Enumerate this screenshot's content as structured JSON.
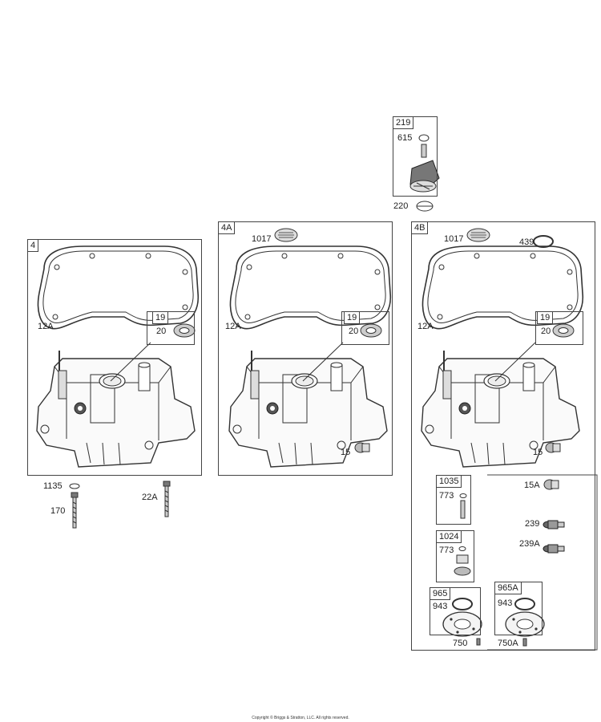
{
  "diagram": {
    "copyright": "Copyright © Briggs & Stratton, LLC. All rights reserved.",
    "kits": {
      "k219": "219",
      "k4": "4",
      "k4a": "4A",
      "k4b": "4B",
      "k19a": "19",
      "k19b": "19",
      "k19c": "19",
      "k1035": "1035",
      "k1024": "1024",
      "k965": "965",
      "k965a": "965A"
    },
    "parts": {
      "p615": "615",
      "p220": "220",
      "p1017a": "1017",
      "p1017b": "1017",
      "p439": "439",
      "p12a_1": "12A",
      "p12a_2": "12A",
      "p12a_3": "12A",
      "p20_1": "20",
      "p20_2": "20",
      "p20_3": "20",
      "p15_1": "15",
      "p15_2": "15",
      "p1135": "1135",
      "p170": "170",
      "p22a": "22A",
      "p15a": "15A",
      "p773_1": "773",
      "p773_2": "773",
      "p239": "239",
      "p239a": "239A",
      "p943_1": "943",
      "p943_2": "943",
      "p750": "750",
      "p750a": "750A"
    }
  }
}
